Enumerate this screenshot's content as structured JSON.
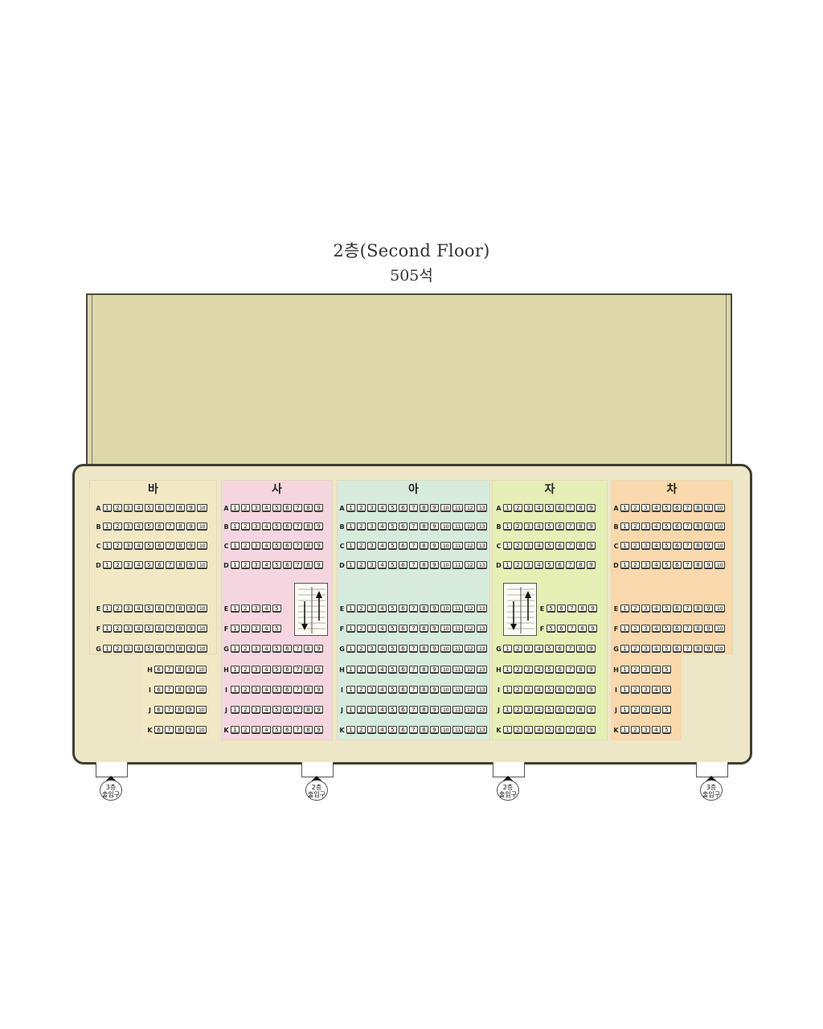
{
  "header": {
    "title": "2층(Second Floor)",
    "subtitle": "505석"
  },
  "colors": {
    "stage": "#ddd7aa",
    "hall": "#ede7c8",
    "ba": "#f2e8c4",
    "sa": "#f5d6e0",
    "a": "#d6ebdc",
    "ja": "#e6efb5",
    "cha": "#f8d8ac"
  },
  "sections": [
    {
      "id": "ba",
      "name": "바",
      "rows": [
        {
          "label": "A",
          "start": 1,
          "end": 10
        },
        {
          "label": "B",
          "start": 1,
          "end": 10
        },
        {
          "label": "C",
          "start": 1,
          "end": 10
        },
        {
          "label": "D",
          "start": 1,
          "end": 10
        },
        {
          "label": "E",
          "start": 1,
          "end": 10
        },
        {
          "label": "F",
          "start": 1,
          "end": 10
        },
        {
          "label": "G",
          "start": 1,
          "end": 10
        },
        {
          "label": "H",
          "start": 6,
          "end": 10
        },
        {
          "label": "I",
          "start": 6,
          "end": 10
        },
        {
          "label": "J",
          "start": 6,
          "end": 10
        },
        {
          "label": "K",
          "start": 6,
          "end": 10
        }
      ]
    },
    {
      "id": "sa",
      "name": "사",
      "rows": [
        {
          "label": "A",
          "start": 1,
          "end": 9
        },
        {
          "label": "B",
          "start": 1,
          "end": 9
        },
        {
          "label": "C",
          "start": 1,
          "end": 9
        },
        {
          "label": "D",
          "start": 1,
          "end": 9
        },
        {
          "label": "E",
          "start": 1,
          "end": 5
        },
        {
          "label": "F",
          "start": 1,
          "end": 5
        },
        {
          "label": "G",
          "start": 1,
          "end": 9
        },
        {
          "label": "H",
          "start": 1,
          "end": 9
        },
        {
          "label": "I",
          "start": 1,
          "end": 9
        },
        {
          "label": "J",
          "start": 1,
          "end": 9
        },
        {
          "label": "K",
          "start": 1,
          "end": 9
        }
      ]
    },
    {
      "id": "a",
      "name": "아",
      "rows": [
        {
          "label": "A",
          "start": 1,
          "end": 13
        },
        {
          "label": "B",
          "start": 1,
          "end": 13
        },
        {
          "label": "C",
          "start": 1,
          "end": 13
        },
        {
          "label": "D",
          "start": 1,
          "end": 13
        },
        {
          "label": "E",
          "start": 1,
          "end": 13
        },
        {
          "label": "F",
          "start": 1,
          "end": 13
        },
        {
          "label": "G",
          "start": 1,
          "end": 13
        },
        {
          "label": "H",
          "start": 1,
          "end": 13
        },
        {
          "label": "I",
          "start": 1,
          "end": 13
        },
        {
          "label": "J",
          "start": 1,
          "end": 13
        },
        {
          "label": "K",
          "start": 1,
          "end": 13
        }
      ]
    },
    {
      "id": "ja",
      "name": "자",
      "rows": [
        {
          "label": "A",
          "start": 1,
          "end": 9
        },
        {
          "label": "B",
          "start": 1,
          "end": 9
        },
        {
          "label": "C",
          "start": 1,
          "end": 9
        },
        {
          "label": "D",
          "start": 1,
          "end": 9
        },
        {
          "label": "E",
          "start": 5,
          "end": 9
        },
        {
          "label": "F",
          "start": 5,
          "end": 9
        },
        {
          "label": "G",
          "start": 1,
          "end": 9
        },
        {
          "label": "H",
          "start": 1,
          "end": 9
        },
        {
          "label": "I",
          "start": 1,
          "end": 9
        },
        {
          "label": "J",
          "start": 1,
          "end": 9
        },
        {
          "label": "K",
          "start": 1,
          "end": 9
        }
      ]
    },
    {
      "id": "cha",
      "name": "차",
      "rows": [
        {
          "label": "A",
          "start": 1,
          "end": 10
        },
        {
          "label": "B",
          "start": 1,
          "end": 10
        },
        {
          "label": "C",
          "start": 1,
          "end": 10
        },
        {
          "label": "D",
          "start": 1,
          "end": 10
        },
        {
          "label": "E",
          "start": 1,
          "end": 10
        },
        {
          "label": "F",
          "start": 1,
          "end": 10
        },
        {
          "label": "G",
          "start": 1,
          "end": 10
        },
        {
          "label": "H",
          "start": 1,
          "end": 5
        },
        {
          "label": "I",
          "start": 1,
          "end": 5
        },
        {
          "label": "J",
          "start": 1,
          "end": 5
        },
        {
          "label": "K",
          "start": 1,
          "end": 5
        }
      ]
    }
  ],
  "exits": [
    {
      "label_line1": "3층",
      "label_line2": "출입구"
    },
    {
      "label_line1": "2층",
      "label_line2": "출입구"
    },
    {
      "label_line1": "2층",
      "label_line2": "출입구"
    },
    {
      "label_line1": "3층",
      "label_line2": "출입구"
    }
  ]
}
